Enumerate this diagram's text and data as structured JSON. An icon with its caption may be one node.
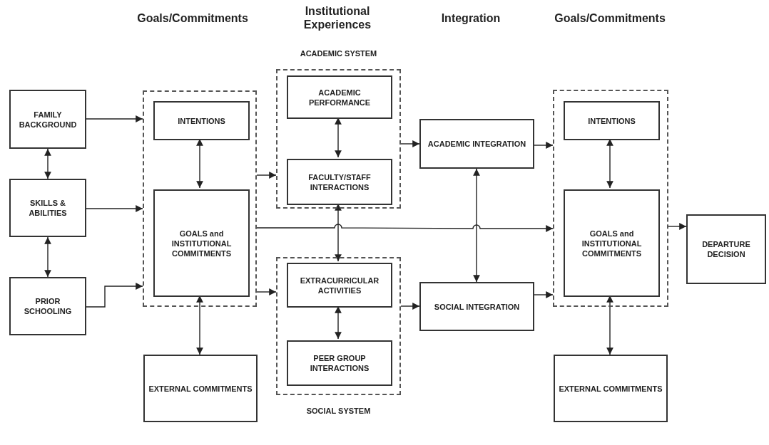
{
  "diagram": {
    "nodes": [
      {
        "text": [
          "FAMILY BACKGROUND"
        ]
      },
      {
        "text": [
          "SKILLS & ABILITIES"
        ]
      },
      {
        "text": [
          "PRIOR SCHOOLING"
        ]
      },
      {
        "text": [],
        "shape": "box"
      },
      {
        "text": [
          "INTENTIONS"
        ],
        "in": 3
      },
      {
        "text": [
          "GOALS and INSTITUTIONAL COMMITMENTS"
        ],
        "in": 3
      },
      {
        "text": [
          "EXTERNAL COMMITMENTS"
        ]
      },
      {
        "text": [
          "ACADEMIC SYSTEM"
        ]
      },
      {
        "text": [
          "ACADEMIC PERFORMANCE"
        ],
        "in": 7
      },
      {
        "text": [
          "FACULTY/STAFF INTERACTIONS"
        ],
        "in": 7
      },
      {
        "text": [
          "SOCIAL SYSTEM"
        ]
      },
      {
        "text": [
          "EXTRACURRICULAR ACTIVITIES"
        ],
        "in": 10
      },
      {
        "text": [
          "PEER GROUP INTERACTIONS"
        ],
        "in": 10
      },
      {
        "text": [
          "ACADEMIC INTEGRATION"
        ]
      },
      {
        "text": [
          "SOCIAL INTEGRATION"
        ]
      },
      {
        "text": [],
        "shape": "box"
      },
      {
        "text": [
          "INTENTIONS"
        ],
        "in": 15
      },
      {
        "text": [
          "GOALS and INSTITUTIONAL COMMITMENTS"
        ],
        "in": 15
      },
      {
        "text": [
          "EXTERNAL COMMITMENTS"
        ]
      },
      {
        "text": [
          "DEPARTURE DECISION"
        ]
      }
    ],
    "edges": [
      {
        "from": 0,
        "to": 3,
        "arrow": "to"
      },
      {
        "from": 1,
        "to": 3,
        "arrow": "to"
      },
      {
        "from": 2,
        "to": 3,
        "arrow": "to"
      },
      {
        "from": 0,
        "to": 1,
        "arrow": "both"
      },
      {
        "from": 1,
        "to": 2,
        "arrow": "both"
      },
      {
        "from": 4,
        "to": 5,
        "arrow": "both"
      },
      {
        "from": 5,
        "to": 6,
        "arrow": "both"
      },
      {
        "from": 3,
        "to": 7,
        "arrow": "to"
      },
      {
        "from": 3,
        "to": 10,
        "arrow": "to"
      },
      {
        "from": 8,
        "to": 9,
        "arrow": "both"
      },
      {
        "from": 9,
        "to": 11,
        "arrow": "both"
      },
      {
        "from": 11,
        "to": 12,
        "arrow": "both"
      },
      {
        "from": 7,
        "to": 13,
        "arrow": "to"
      },
      {
        "from": 10,
        "to": 14,
        "arrow": "to"
      },
      {
        "from": 13,
        "to": 14,
        "arrow": "both"
      },
      {
        "from": 3,
        "to": 15,
        "arrow": "to"
      },
      {
        "from": 13,
        "to": 15,
        "arrow": "to"
      },
      {
        "from": 14,
        "to": 15,
        "arrow": "to"
      },
      {
        "from": 16,
        "to": 17,
        "arrow": "both"
      },
      {
        "from": 17,
        "to": 18,
        "arrow": "both"
      },
      {
        "from": 15,
        "to": 19,
        "arrow": "to"
      }
    ],
    "labels": [
      "Goals/Commitments",
      "Institutional Experiences",
      "Integration",
      "Goals/Commitments"
    ]
  }
}
